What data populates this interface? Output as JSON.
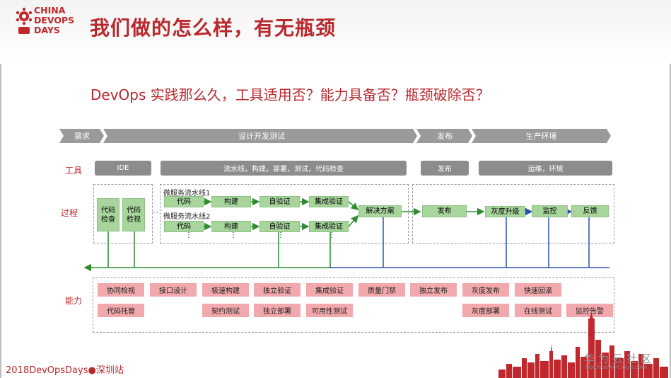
{
  "header": {
    "logo_lines": [
      "CHINA",
      "DEVOPS",
      "DAYS"
    ],
    "title": "我们做的怎么样，有无瓶颈",
    "subtitle": "DevOps 实践那么久，工具适用否？能力具备否？瓶颈破除否？"
  },
  "phases": [
    "需求",
    "设计开发测试",
    "发布",
    "生产环境"
  ],
  "rows": {
    "tools": "工具",
    "process": "过程",
    "capability": "能力"
  },
  "tools": [
    "IDE",
    "流水线，构建，部署，测试，代码检查",
    "发布",
    "运维，环境"
  ],
  "process": {
    "code_check": "代码\n检查",
    "code_review": "代码\n检视",
    "pipeline1_label": "微服务流水线1",
    "pipeline2_label": "微服务流水线2",
    "p1_steps": [
      "代码",
      "构建",
      "自验证",
      "集成验证"
    ],
    "p2_steps": [
      "代码",
      "构建",
      "自验证",
      "集成验证"
    ],
    "ellipsis": "⋮",
    "solution": "解决方案",
    "release": "发布",
    "gray_upgrade": "灰度升级",
    "monitor": "监控",
    "feedback": "反馈"
  },
  "capabilities": {
    "row1": [
      "协同检视",
      "接口设计",
      "极速构建",
      "独立验证",
      "集成验证",
      "质量门禁",
      "独立发布",
      "灰度发布",
      "快速回滚"
    ],
    "row2": [
      "代码托管",
      "契约测试",
      "独立部署",
      "可用性测试",
      "灰度部署",
      "在线测试",
      "监控告警"
    ]
  },
  "footer": "2018DevOpsDays●深圳站",
  "watermark": {
    "text": "华为云社区",
    "url": "bbs.huaweicloud.com"
  },
  "colors": {
    "brand_red": "#b8282d",
    "flow_green": "#2e8b2e",
    "flow_blue": "#2850b4",
    "process_green": "#a7d59c",
    "capability_pink": "#f2a9ad",
    "phase_gray": "#9a9a9a"
  }
}
